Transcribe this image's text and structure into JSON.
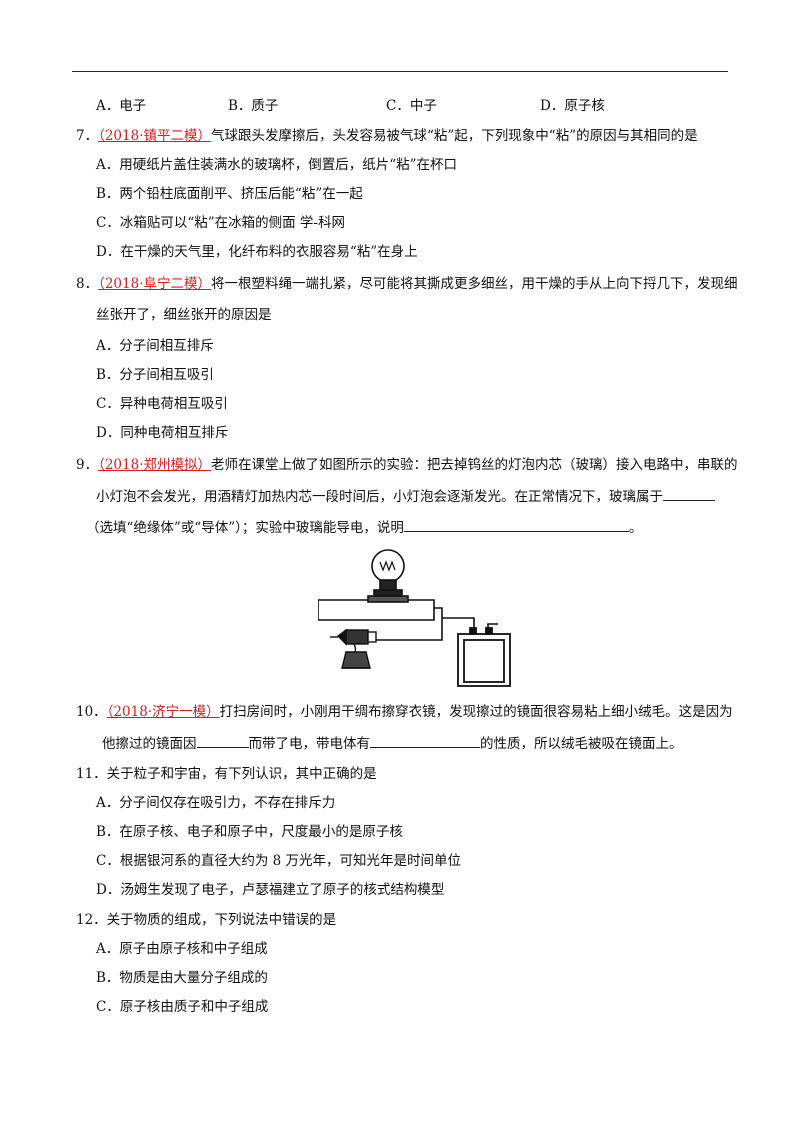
{
  "q6_options": {
    "a": "A．电子",
    "b": "B．质子",
    "c": "C．中子",
    "d": "D．原子核"
  },
  "q7": {
    "num": "7．",
    "source": "（2018·镇平二模）",
    "stem": "气球跟头发摩擦后，头发容易被气球“粘”起，下列现象中“粘”的原因与其相同的是",
    "options": [
      "A．用硬纸片盖住装满水的玻璃杯，倒置后，纸片“粘”在杯口",
      "B．两个铅柱底面削平、挤压后能“粘”在一起",
      "C．冰箱贴可以“粘”在冰箱的侧面  学-科网",
      "D．在干燥的天气里，化纤布料的衣服容易“粘”在身上"
    ]
  },
  "q8": {
    "num": "8．",
    "source": "（2018·阜宁二模）",
    "stem1": "将一根塑料绳一端扎紧，尽可能将其撕成更多细丝，用干燥的手从上向下捋几下，发现细",
    "stem2": "丝张开了，细丝张开的原因是",
    "options": [
      "A．分子间相互排斥",
      "B．分子间相互吸引",
      "C．异种电荷相互吸引",
      "D．同种电荷相互排斥"
    ]
  },
  "q9": {
    "num": "9．",
    "source": "（2018·郑州模拟）",
    "stem1": "老师在课堂上做了如图所示的实验：把去掉钨丝的灯泡内芯（玻璃）接入电路中，串联的",
    "stem2": "小灯泡不会发光，用酒精灯加热内芯一段时间后，小灯泡会逐渐发光。在正常情况下，玻璃属于",
    "stem3a": "（选填“绝缘体”或“导体”）；实验中玻璃能导电，说明",
    "stem3b": "。"
  },
  "q10": {
    "num": "10．",
    "source": "（2018·济宁一模）",
    "stem1": "打扫房间时，小刚用干绸布擦穿衣镜，发现擦过的镜面很容易粘上细小绒毛。这是因为",
    "stem2a": "他擦过的镜面因",
    "stem2b": "而带了电，带电体有",
    "stem2c": "的性质，所以绒毛被吸在镜面上。"
  },
  "q11": {
    "stem": "11．关于粒子和宇宙，有下列认识，其中正确的是",
    "options": [
      "A．分子间仅存在吸引力，不存在排斥力",
      "B．在原子核、电子和原子中，尺度最小的是原子核",
      "C．根据银河系的直径大约为 8 万光年，可知光年是时间单位",
      "D．汤姆生发现了电子，卢瑟福建立了原子的核式结构模型"
    ]
  },
  "q12": {
    "stem": "12．关于物质的组成，下列说法中错误的是",
    "options": [
      "A．原子由原子核和中子组成",
      "B．物质是由大量分子组成的",
      "C．原子核由质子和中子组成"
    ]
  }
}
